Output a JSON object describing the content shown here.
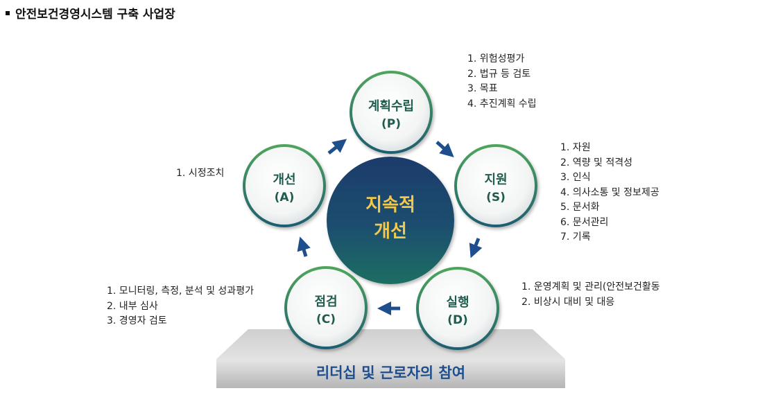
{
  "title": "안전보건경영시스템 구축 사업장",
  "center": {
    "line1": "지속적",
    "line2": "개선"
  },
  "nodes": {
    "plan": {
      "ko": "계획수립",
      "en": "(P)"
    },
    "support": {
      "ko": "지원",
      "en": "(S)"
    },
    "do": {
      "ko": "실행",
      "en": "(D)"
    },
    "check": {
      "ko": "점검",
      "en": "(C)"
    },
    "act": {
      "ko": "개선",
      "en": "(A)"
    }
  },
  "lists": {
    "plan": [
      "1. 위험성평가",
      "2. 법규 등 검토",
      "3. 목표",
      "4. 추진계획 수립"
    ],
    "support": [
      "1. 자원",
      "2. 역량 및 적격성",
      "3. 인식",
      "4. 의사소통 및 정보제공",
      "5. 문서화",
      "6. 문서관리",
      "7. 기록"
    ],
    "do": [
      "1. 운영계획 및 관리(안전보건활동",
      "2. 비상시 대비 및 대응"
    ],
    "check": [
      "1. 모니터링, 측정,  분석 및 성과평가",
      "2. 내부 심사",
      "3. 경영자 검토"
    ],
    "act": [
      "1. 시정조치"
    ]
  },
  "base_label": "리더십 및 근로자의 참여",
  "colors": {
    "circle_fill_center": "#ffffff",
    "circle_fill_edge": "#d9dede",
    "ring_outer": "#4a9a5a",
    "ring_inner": "#1f5c6e",
    "center_top": "#1d3f6e",
    "center_bottom": "#1f6a62",
    "center_text": "#f2c94c",
    "arrow": "#1f4e8c",
    "base_top": "#d6d6d6",
    "base_front": "#bdbdbd",
    "base_text": "#1f4e8c"
  }
}
